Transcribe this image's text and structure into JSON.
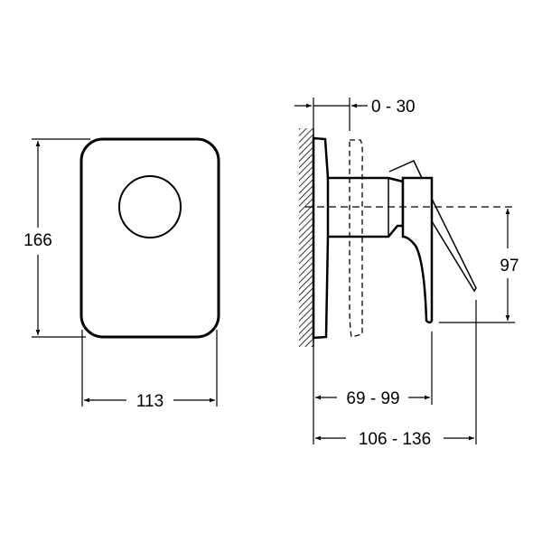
{
  "front_view": {
    "height_label": "166",
    "width_label": "113"
  },
  "side_view": {
    "wall_offset_label": "0 - 30",
    "lever_height_label": "97",
    "body_depth_label": "69 - 99",
    "total_depth_label": "106 - 136"
  },
  "colors": {
    "line": "#000000",
    "background": "#ffffff"
  }
}
